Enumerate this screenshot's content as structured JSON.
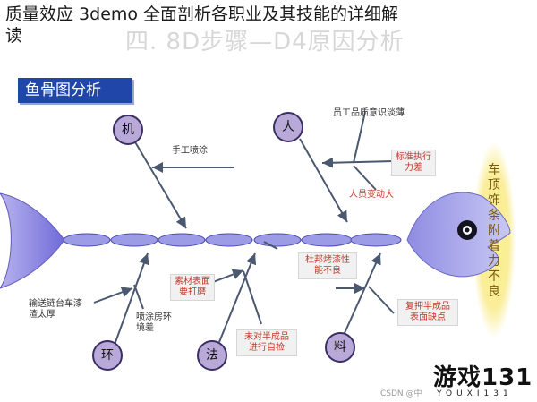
{
  "page_title": {
    "line1": "质量效应 3demo 全面剖析各职业及其技能的详细解",
    "line2": "读"
  },
  "slide_title": "四. 8D步骤—D4原因分析",
  "diagram_title": "鱼骨图分析",
  "categories": {
    "machine": "机",
    "people": "人",
    "environment": "环",
    "method": "法",
    "material": "料"
  },
  "causes": {
    "manual_spray": "手工喷涂",
    "worker_quality": "员工品质意识淡薄",
    "skill_insufficient": "标准执行力差",
    "staff_change": "人员变动大",
    "flame_performance": "杜邦烤漆性能不良",
    "conveyor_dirt": "输送链台车漆渣太厚",
    "spray_room": "喷涂房环境差",
    "surface_plating": "素材表面要打磨",
    "finished_check": "未对半成品进行自检",
    "material_defect": "复押半成品表面缺点"
  },
  "head_text": "车顶饰条附着力不良",
  "watermark": {
    "brand": "游戏131",
    "sub": "YOUXI131",
    "csdn": "CSDN @中"
  },
  "colors": {
    "title_bar": "#1f46a8",
    "body_fill": "#9b9be6",
    "category_circle": "#b9a9d9",
    "glow": "#f5e04a"
  }
}
